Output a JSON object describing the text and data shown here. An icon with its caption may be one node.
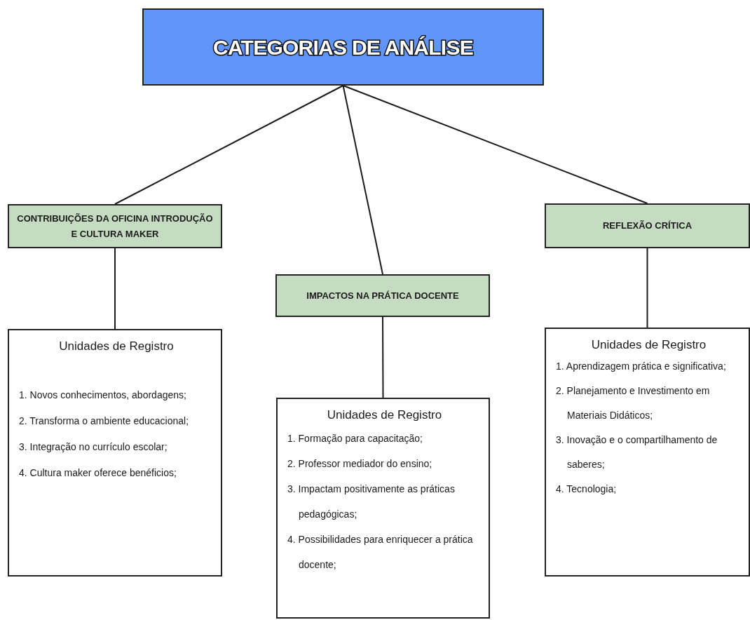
{
  "diagram": {
    "nodes": [
      {
        "text": [
          "CATEGORIAS DE ANÁLISE"
        ]
      },
      {
        "text": [
          "CONTRIBUIÇÕES DA OFICINA INTRODUÇÃO E CULTURA MAKER"
        ]
      },
      {
        "text": [
          "IMPACTOS NA PRÁTICA DOCENTE"
        ]
      },
      {
        "text": [
          "REFLEXÃO CRÍTICA"
        ]
      },
      {
        "text": [
          "Unidades de Registro",
          "1. Novos conhecimentos, abordagens;",
          "2. Transforma o ambiente educacional;",
          "3. Integração no currículo escolar;",
          "4. Cultura maker oferece benéficios;"
        ]
      },
      {
        "text": [
          "Unidades de Registro",
          "1. Formação para capacitação;",
          "2. Professor mediador do ensino;",
          "3. Impactam positivamente as práticas pedagógicas;",
          "4. Possibilidades para enriquecer a prática docente;"
        ]
      },
      {
        "text": [
          "Unidades de Registro",
          "1. Aprendizagem prática e significativa;",
          "2. Planejamento e Investimento em Materiais Didáticos;",
          "3. Inovação e o compartilhamento de saberes;",
          "4. Tecnologia;"
        ]
      }
    ],
    "edges": [
      {
        "from": 0,
        "to": 1,
        "arrow": "none"
      },
      {
        "from": 0,
        "to": 2,
        "arrow": "none"
      },
      {
        "from": 0,
        "to": 3,
        "arrow": "none"
      },
      {
        "from": 1,
        "to": 4,
        "arrow": "none"
      },
      {
        "from": 2,
        "to": 5,
        "arrow": "none"
      },
      {
        "from": 3,
        "to": 6,
        "arrow": "none"
      }
    ]
  }
}
